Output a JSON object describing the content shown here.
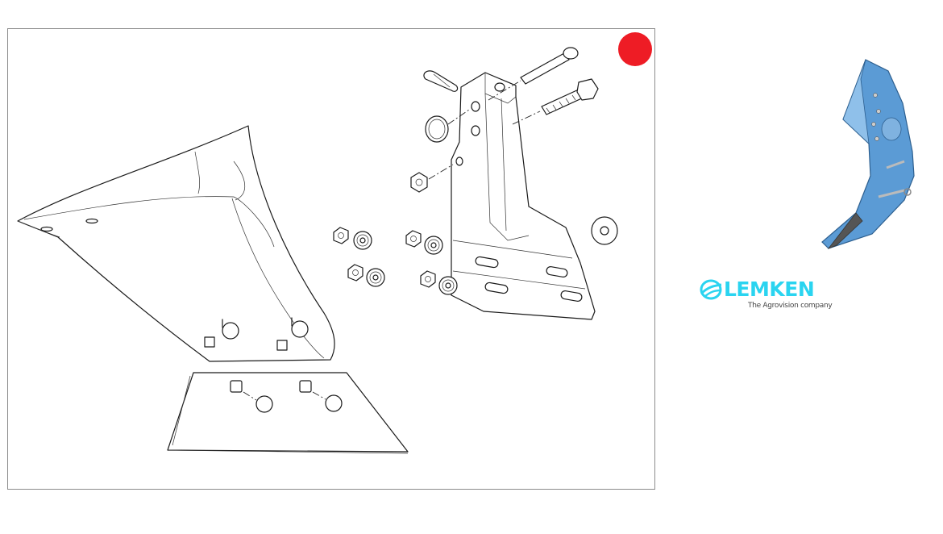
{
  "brand": {
    "name": "LEMKEN",
    "tagline": "The Agrovision company",
    "color": "#2ad4f0"
  },
  "marker": {
    "color": "#ee1c25"
  },
  "diagram": {
    "line_color": "#1a1a1a",
    "render_color": "#5b9bd5",
    "parts": [
      {
        "id": "mouldboard-body",
        "icon": "mouldboard"
      },
      {
        "id": "share-blade",
        "icon": "share"
      },
      {
        "id": "frog-bracket",
        "icon": "leg-bracket"
      },
      {
        "id": "shear-pin",
        "icon": "pin"
      },
      {
        "id": "hex-bolt",
        "icon": "bolt"
      },
      {
        "id": "lock-clip",
        "icon": "clip"
      },
      {
        "id": "spring-ring",
        "icon": "ring"
      },
      {
        "id": "hex-nuts",
        "icon": "nut"
      },
      {
        "id": "lock-washers",
        "icon": "washer"
      },
      {
        "id": "flat-washer",
        "icon": "washer"
      },
      {
        "id": "carriage-bolts",
        "icon": "bolt"
      }
    ]
  }
}
